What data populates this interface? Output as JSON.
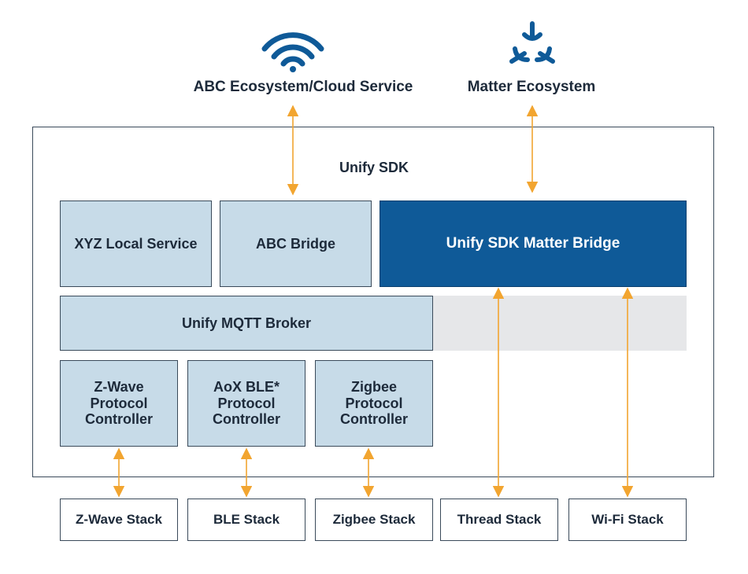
{
  "colors": {
    "accent_dark": "#0f5a98",
    "box_light": "#c7dbe8",
    "arrow": "#f2a530",
    "gray_panel": "#e6e7e9",
    "border": "#3a4a5a"
  },
  "icons": {
    "top_left": "wifi-icon",
    "top_right": "matter-logo-icon"
  },
  "top": {
    "cloud_label": "ABC Ecosystem/Cloud Service",
    "matter_label": "Matter Ecosystem"
  },
  "sdk": {
    "title": "Unify SDK",
    "xyz": "XYZ Local Service",
    "abc_bridge": "ABC Bridge",
    "matter_bridge": "Unify SDK Matter Bridge",
    "mqtt": "Unify MQTT Broker",
    "zwave_pc": [
      "Z-Wave",
      "Protocol",
      "Controller"
    ],
    "aox_pc": [
      "AoX BLE*",
      "Protocol",
      "Controller"
    ],
    "zigbee_pc": [
      "Zigbee",
      "Protocol",
      "Controller"
    ]
  },
  "stacks": {
    "zwave": "Z-Wave Stack",
    "ble": "BLE Stack",
    "zigbee": "Zigbee Stack",
    "thread": "Thread Stack",
    "wifi": "Wi-Fi Stack"
  }
}
